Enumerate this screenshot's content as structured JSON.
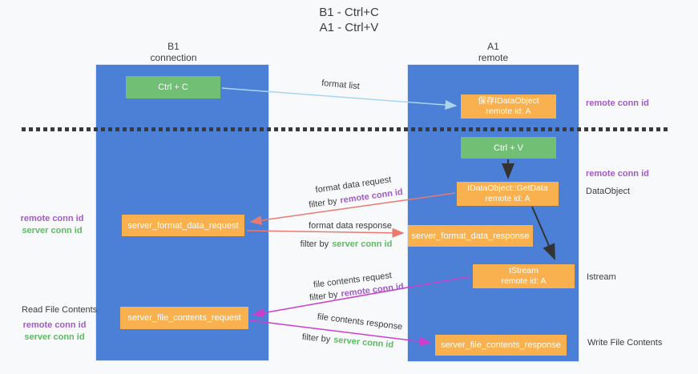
{
  "title": {
    "line1": "B1 - Ctrl+C",
    "line2": "A1 - Ctrl+V"
  },
  "columns": {
    "left": {
      "name": "B1",
      "role": "connection"
    },
    "right": {
      "name": "A1",
      "role": "remote"
    }
  },
  "boxes": {
    "ctrl_c": {
      "label": "Ctrl + C"
    },
    "ctrl_v": {
      "label": "Ctrl + V"
    },
    "save_dataobject": {
      "line1": "保存IDataObject",
      "line2": "remote id: A"
    },
    "getdata": {
      "line1": "IDataObject::GetData",
      "line2": "remote id: A"
    },
    "istream": {
      "line1": "IStream",
      "line2": "remote id: A"
    },
    "format_request": {
      "label": "server_format_data_request"
    },
    "format_response": {
      "label": "server_format_data_response"
    },
    "file_request": {
      "label": "server_file_contents_request"
    },
    "file_response": {
      "label": "server_file_contents_response"
    }
  },
  "arrows": {
    "format_list": {
      "label": "format list"
    },
    "format_data_request": {
      "label": "format data request",
      "filter_prefix": "filter by",
      "filter_key": "remote conn id"
    },
    "format_data_response": {
      "label": "format data response",
      "filter_prefix": "filter by",
      "filter_key": "server conn id"
    },
    "file_contents_request": {
      "label": "file contents request",
      "filter_prefix": "filter by",
      "filter_key": "remote conn id"
    },
    "file_contents_response": {
      "label": "file contents response",
      "filter_prefix": "filter by",
      "filter_key": "server conn id"
    }
  },
  "side_labels": {
    "right_remote_conn_id_top": "remote conn id",
    "right_remote_conn_id_mid": "remote conn id",
    "dataobject": "DataObject",
    "istream": "Istream",
    "write_file_contents": "Write File Contents",
    "left_remote_conn_id_top": "remote conn id",
    "left_server_conn_id_top": "server conn id",
    "read_file_contents": "Read File Contents",
    "left_remote_conn_id_bottom": "remote conn id",
    "left_server_conn_id_bottom": "server conn id"
  },
  "colors": {
    "column-blue": "#4c80d6",
    "box-green": "#70bf74",
    "box-orange": "#f9b04f",
    "arrow-salmon": "#e87a70",
    "arrow-magenta": "#cb3fcb",
    "arrow-lightblue": "#a9d5f0",
    "arrow-black": "#333333",
    "text-purple": "#a05bc6",
    "text-green": "#5eba62",
    "text-dark": "#3c3c3c"
  }
}
